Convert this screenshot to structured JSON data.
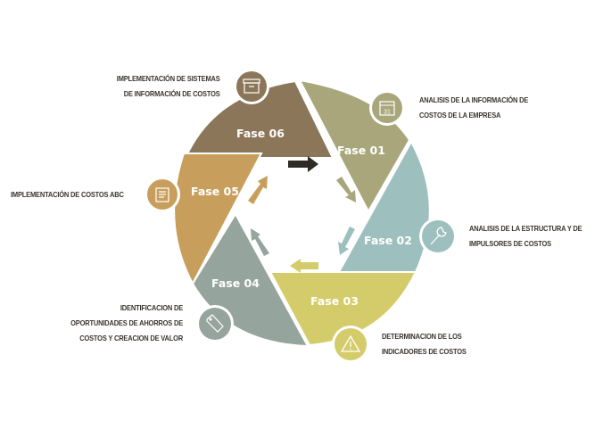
{
  "phases": [
    {
      "label": "Fase 01",
      "color": "#a8a67a",
      "icon": "calendar-icon",
      "icon_text": "31",
      "desc": [
        "ANALISIS DE LA INFORMACIÓN DE",
        "COSTOS  DE LA EMPRESA"
      ]
    },
    {
      "label": "Fase 02",
      "color": "#9dbfbe",
      "icon": "wrench-icon",
      "desc": [
        "ANALISIS DE LA  ESTRUCTURA Y DE",
        "IMPULSORES DE COSTOS"
      ]
    },
    {
      "label": "Fase 03",
      "color": "#d4cc6a",
      "icon": "warning-icon",
      "desc": [
        "DETERMINACION DE LOS",
        "INDICADORES DE COSTOS"
      ]
    },
    {
      "label": "Fase 04",
      "color": "#95a49c",
      "icon": "price-tag-icon",
      "desc": [
        "IDENTIFICACION DE",
        "OPORTUNIDADES DE AHORROS DE",
        "COSTOS Y CREACION DE VALOR"
      ]
    },
    {
      "label": "Fase 05",
      "color": "#c89e5c",
      "icon": "document-icon",
      "desc": [
        "IMPLEMENTACIÓN DE COSTOS ABC"
      ]
    },
    {
      "label": "Fase 06",
      "color": "#8b7659",
      "icon": "archive-box-icon",
      "desc": [
        "IMPLEMENTACIÓN DE SISTEMAS",
        "DE INFORMACIÓN DE COSTOS"
      ]
    }
  ],
  "arrow_color_start": "#2e2b24"
}
